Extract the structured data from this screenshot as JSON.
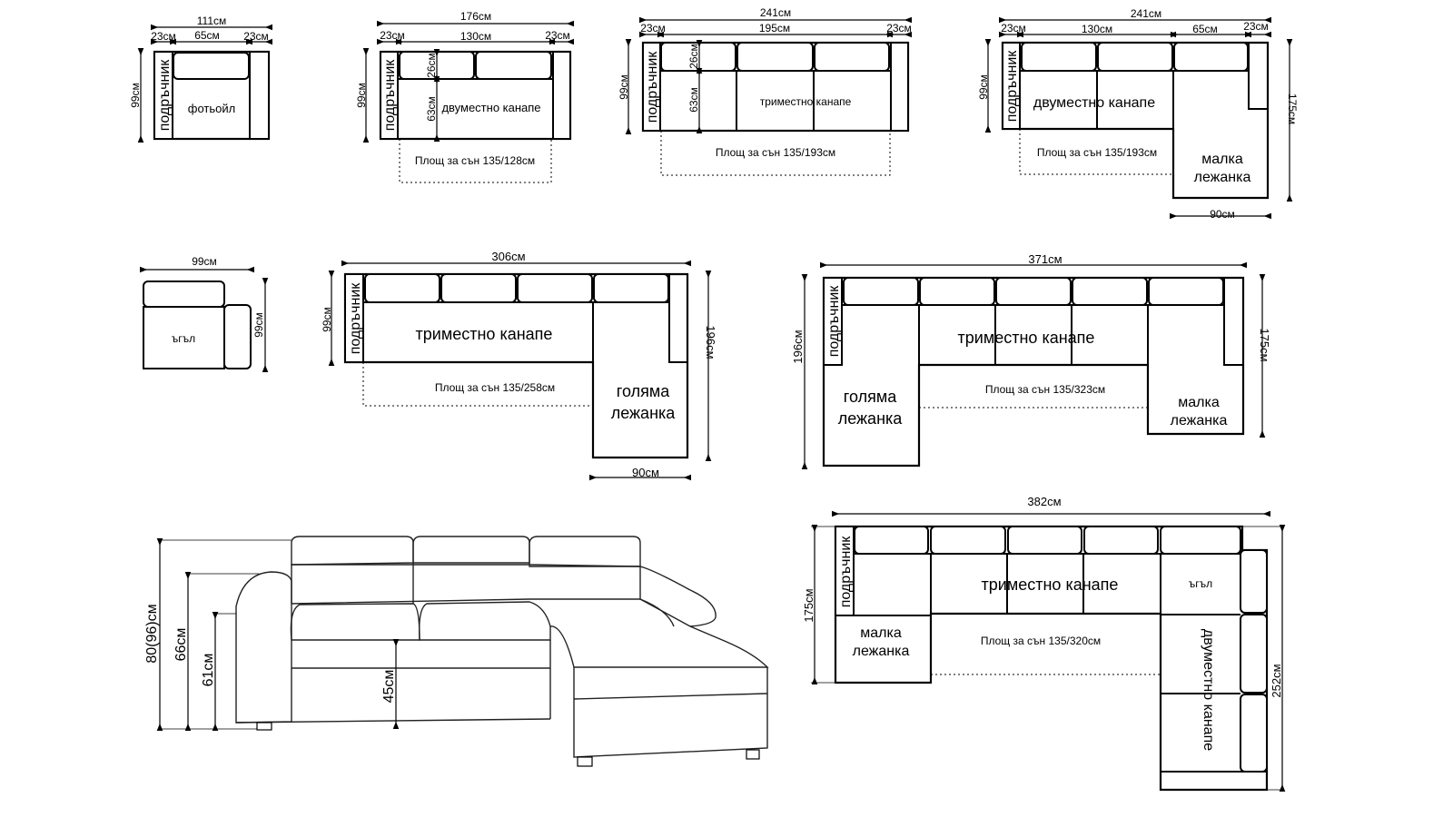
{
  "armchair": {
    "total": "111см",
    "arm_l": "23см",
    "seat": "65см",
    "arm_r": "23см",
    "depth": "99см",
    "armrest": "подръчник",
    "label": "фотьойл"
  },
  "two_seater": {
    "total": "176см",
    "arm_l": "23см",
    "seat": "130см",
    "arm_r": "23см",
    "depth": "99см",
    "armrest": "подръчник",
    "back": "26см",
    "seat_depth": "63см",
    "label": "двуместно канапе",
    "sleep": "Площ за сън 135/128см"
  },
  "three_seater": {
    "total": "241см",
    "arm_l": "23см",
    "seat": "195см",
    "arm_r": "23см",
    "depth": "99см",
    "armrest": "подръчник",
    "back": "26см",
    "seat_depth": "63см",
    "label": "триместно канапе",
    "sleep": "Площ за сън 135/193см"
  },
  "corner_small": {
    "total": "241см",
    "arm_l": "23см",
    "seat": "130см",
    "chaise_w": "65см",
    "arm_r": "23см",
    "depth": "99см",
    "armrest": "подръчник",
    "label": "двуместно канапе",
    "sleep": "Площ за сън 135/193см",
    "chaise_l1": "малка",
    "chaise_l2": "лежанка",
    "chaise_len": "175см",
    "chaise_width": "90см"
  },
  "corner_piece": {
    "width": "99см",
    "depth": "99см",
    "label": "ъгъл"
  },
  "corner_large": {
    "total": "306см",
    "depth": "99см",
    "armrest": "подръчник",
    "label": "триместно канапе",
    "sleep": "Площ за сън 135/258см",
    "chaise_l1": "голяма",
    "chaise_l2": "лежанка",
    "chaise_len": "196см",
    "chaise_width": "90см"
  },
  "u_shape": {
    "total": "371см",
    "left_len": "196см",
    "right_len": "175см",
    "armrest": "подръчник",
    "label": "триместно канапе",
    "left_l1": "голяма",
    "left_l2": "лежанка",
    "sleep": "Площ за сън 135/323см",
    "right_l1": "малка",
    "right_l2": "лежанка"
  },
  "sketch": {
    "h_total": "80(96)см",
    "h_arm": "66см",
    "h_back_low": "61см",
    "h_seat": "45см"
  },
  "big_u": {
    "total": "382см",
    "left_len": "175см",
    "right_len": "252см",
    "armrest": "подръчник",
    "label": "триместно канапе",
    "corner": "ъгъл",
    "left_l1": "малка",
    "left_l2": "лежанка",
    "sleep": "Площ за сън 135/320см",
    "side_label": "двуместно канапе"
  }
}
